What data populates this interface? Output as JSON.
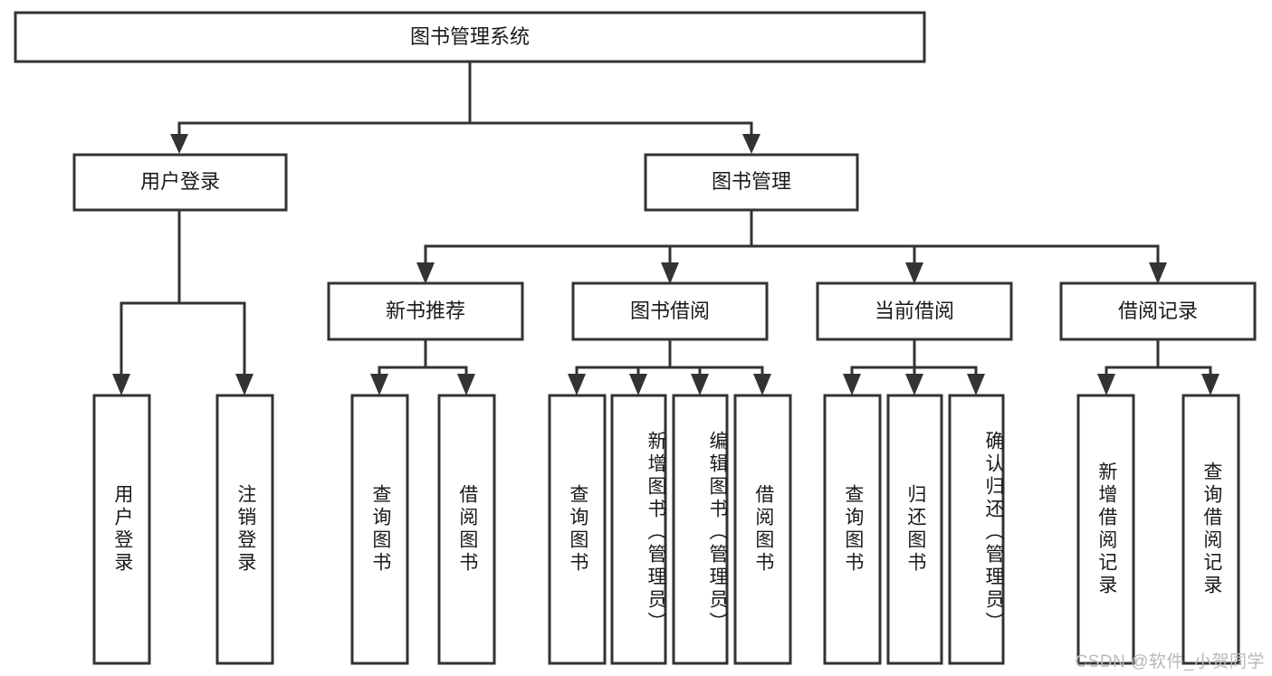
{
  "diagram": {
    "title": "图书管理系统",
    "type": "tree-hierarchy",
    "watermark": "CSDN @软件_小贺同学",
    "colors": {
      "stroke": "#333333",
      "fill": "#ffffff",
      "text": "#1a1a1a",
      "watermark": "#b9b9b9"
    },
    "root": {
      "label": "图书管理系统"
    },
    "level1": [
      {
        "id": "user-login",
        "label": "用户登录"
      },
      {
        "id": "book-manage",
        "label": "图书管理"
      }
    ],
    "level2": [
      {
        "id": "new-book-rec",
        "label": "新书推荐",
        "parent": "book-manage"
      },
      {
        "id": "book-borrow",
        "label": "图书借阅",
        "parent": "book-manage"
      },
      {
        "id": "current-borrow",
        "label": "当前借阅",
        "parent": "book-manage"
      },
      {
        "id": "borrow-record",
        "label": "借阅记录",
        "parent": "book-manage"
      }
    ],
    "leaves": [
      {
        "id": "leaf-user-login",
        "label": "用户登录",
        "parent": "user-login"
      },
      {
        "id": "leaf-logout",
        "label": "注销登录",
        "parent": "user-login"
      },
      {
        "id": "leaf-query-book-1",
        "label": "查询图书",
        "parent": "new-book-rec"
      },
      {
        "id": "leaf-borrow-book-1",
        "label": "借阅图书",
        "parent": "new-book-rec"
      },
      {
        "id": "leaf-query-book-2",
        "label": "查询图书",
        "parent": "book-borrow"
      },
      {
        "id": "leaf-add-book",
        "label": "新增图书（管理员）",
        "parent": "book-borrow"
      },
      {
        "id": "leaf-edit-book",
        "label": "编辑图书（管理员）",
        "parent": "book-borrow"
      },
      {
        "id": "leaf-borrow-book-2",
        "label": "借阅图书",
        "parent": "book-borrow"
      },
      {
        "id": "leaf-query-book-3",
        "label": "查询图书",
        "parent": "current-borrow"
      },
      {
        "id": "leaf-return-book",
        "label": "归还图书",
        "parent": "current-borrow"
      },
      {
        "id": "leaf-confirm-return",
        "label": "确认归还（管理员）",
        "parent": "current-borrow"
      },
      {
        "id": "leaf-add-record",
        "label": "新增借阅记录",
        "parent": "borrow-record"
      },
      {
        "id": "leaf-query-record",
        "label": "查询借阅记录",
        "parent": "borrow-record"
      }
    ]
  }
}
